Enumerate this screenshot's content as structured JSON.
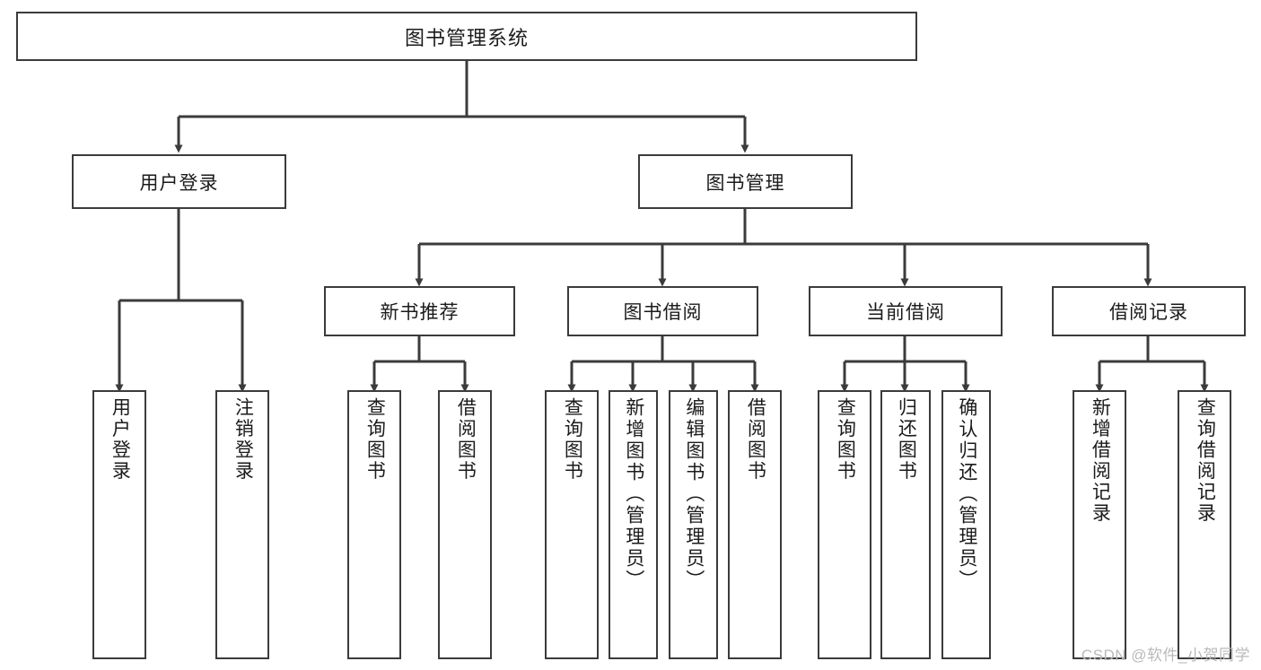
{
  "diagram": {
    "title": "图书管理系统",
    "root": {
      "label": "图书管理系统"
    },
    "level2": [
      {
        "label": "用户登录"
      },
      {
        "label": "图书管理"
      }
    ],
    "level3": [
      {
        "label": "新书推荐"
      },
      {
        "label": "图书借阅"
      },
      {
        "label": "当前借阅"
      },
      {
        "label": "借阅记录"
      }
    ],
    "leaves": {
      "user_login": [
        {
          "label": "用户登录"
        },
        {
          "label": "注销登录"
        }
      ],
      "new_book_recommend": [
        {
          "label": "查询图书"
        },
        {
          "label": "借阅图书"
        }
      ],
      "book_borrow": [
        {
          "label": "查询图书"
        },
        {
          "label": "新增图书（管理员）"
        },
        {
          "label": "编辑图书（管理员）"
        },
        {
          "label": "借阅图书"
        }
      ],
      "current_borrow": [
        {
          "label": "查询图书"
        },
        {
          "label": "归还图书"
        },
        {
          "label": "确认归还（管理员）"
        }
      ],
      "borrow_record": [
        {
          "label": "新增借阅记录"
        },
        {
          "label": "查询借阅记录"
        }
      ]
    },
    "watermark": "CSDN @软件_小贺同学",
    "colors": {
      "stroke": "#3b3b3b",
      "background": "#ffffff",
      "text": "#1b1b1b",
      "watermark": "#b9b9b9"
    }
  }
}
